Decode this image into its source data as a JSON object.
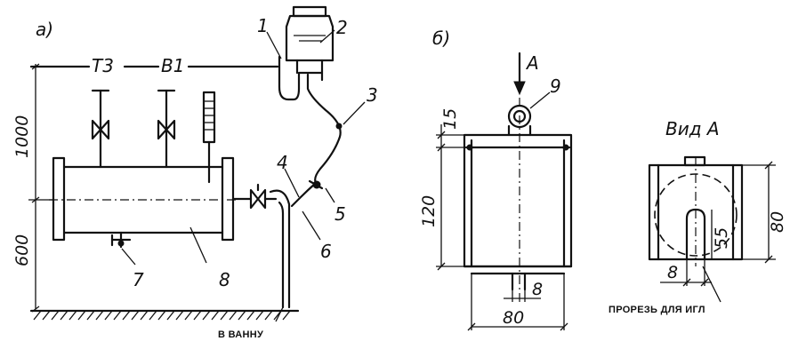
{
  "panels": {
    "a": {
      "letter": "а)"
    },
    "b": {
      "letter": "б)"
    },
    "view": {
      "title": "Вид А"
    }
  },
  "pipes": {
    "t3": "Т3",
    "b1": "В1"
  },
  "callouts": {
    "n1": "1",
    "n2": "2",
    "n3": "3",
    "n4": "4",
    "n5": "5",
    "n6": "6",
    "n7": "7",
    "n8": "8",
    "n9": "9"
  },
  "dimensions": {
    "h1000": "1000",
    "h600": "600",
    "d15": "15",
    "d120": "120",
    "d8": "8",
    "d80": "80",
    "v80": "80",
    "v55": "55",
    "v8": "8"
  },
  "arrow_label": "А",
  "notes": {
    "drain": "В ВАННУ",
    "slot": "ПРОРЕЗЬ ДЛЯ ИГЛ"
  }
}
